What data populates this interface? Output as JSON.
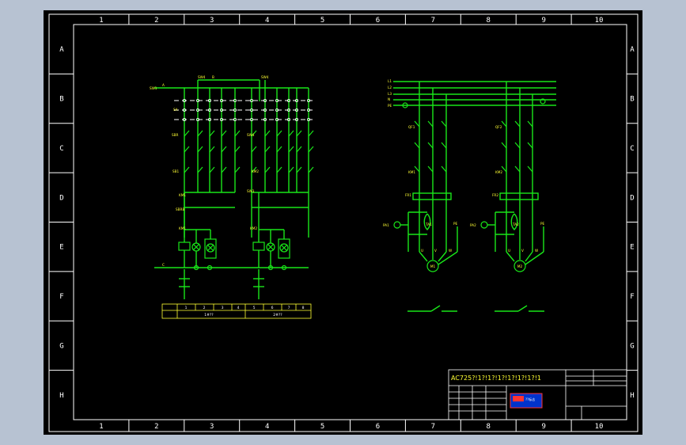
{
  "frame": {
    "columns": [
      "1",
      "2",
      "3",
      "4",
      "5",
      "6",
      "7",
      "8",
      "9",
      "10"
    ],
    "rows": [
      "A",
      "B",
      "C",
      "D",
      "E",
      "F",
      "G",
      "H"
    ]
  },
  "title_block": {
    "title": "AC725?!1?!1?!1?!1?!1?!1?!1",
    "logo_text": "??标志"
  },
  "left_diagram": {
    "line_labels": [
      "SW1",
      "SW4",
      "SW4",
      "SA",
      "SBR",
      "SB1",
      "KM1",
      "SW4",
      "KM2",
      "SW3",
      "SBRB",
      "KM1",
      "KM2"
    ],
    "bus_labels": [
      "A",
      "B",
      "C"
    ]
  },
  "right_diagram": {
    "bus_labels": [
      "L1",
      "L2",
      "L3",
      "N",
      "PE"
    ],
    "motor_labels": [
      "M1",
      "M2"
    ],
    "component_labels": [
      "QF1",
      "KM1",
      "FR1",
      "TA1",
      "PA1",
      "PE",
      "QF2",
      "KM2",
      "FR2",
      "TA2",
      "PA2",
      "PE"
    ],
    "terminal_labels": [
      "U",
      "V",
      "W",
      "U",
      "V",
      "W"
    ]
  },
  "table": {
    "header_cells": [
      "1",
      "2",
      "3",
      "4",
      "5",
      "6",
      "7",
      "8"
    ],
    "group_labels": [
      "1#??",
      "2#??"
    ]
  },
  "colors": {
    "background": "#b7c2d2",
    "sheet": "#000000",
    "wire": "#19e619",
    "label": "#ffff33",
    "number": "#ff3333",
    "frame": "#ffffff"
  }
}
